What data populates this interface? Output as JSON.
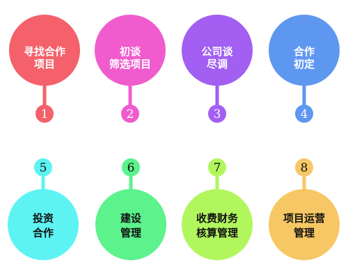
{
  "steps": [
    {
      "number": "1",
      "lines": [
        "寻找合作",
        "项目"
      ],
      "color": "#f4616a",
      "dark_text": false
    },
    {
      "number": "2",
      "lines": [
        "初谈",
        "筛选项目"
      ],
      "color": "#f05ccd",
      "dark_text": false
    },
    {
      "number": "3",
      "lines": [
        "公司谈",
        "尽调"
      ],
      "color": "#a25ff2",
      "dark_text": false
    },
    {
      "number": "4",
      "lines": [
        "合作",
        "初定"
      ],
      "color": "#5e97f0",
      "dark_text": false
    },
    {
      "number": "5",
      "lines": [
        "投资",
        "合作"
      ],
      "color": "#5ef3f3",
      "dark_text": true
    },
    {
      "number": "6",
      "lines": [
        "建设",
        "管理"
      ],
      "color": "#5cf28c",
      "dark_text": true
    },
    {
      "number": "7",
      "lines": [
        "收费财务",
        "核算管理"
      ],
      "color": "#b2f65e",
      "dark_text": true
    },
    {
      "number": "8",
      "lines": [
        "项目运营",
        "管理"
      ],
      "color": "#f6c764",
      "dark_text": true
    }
  ]
}
